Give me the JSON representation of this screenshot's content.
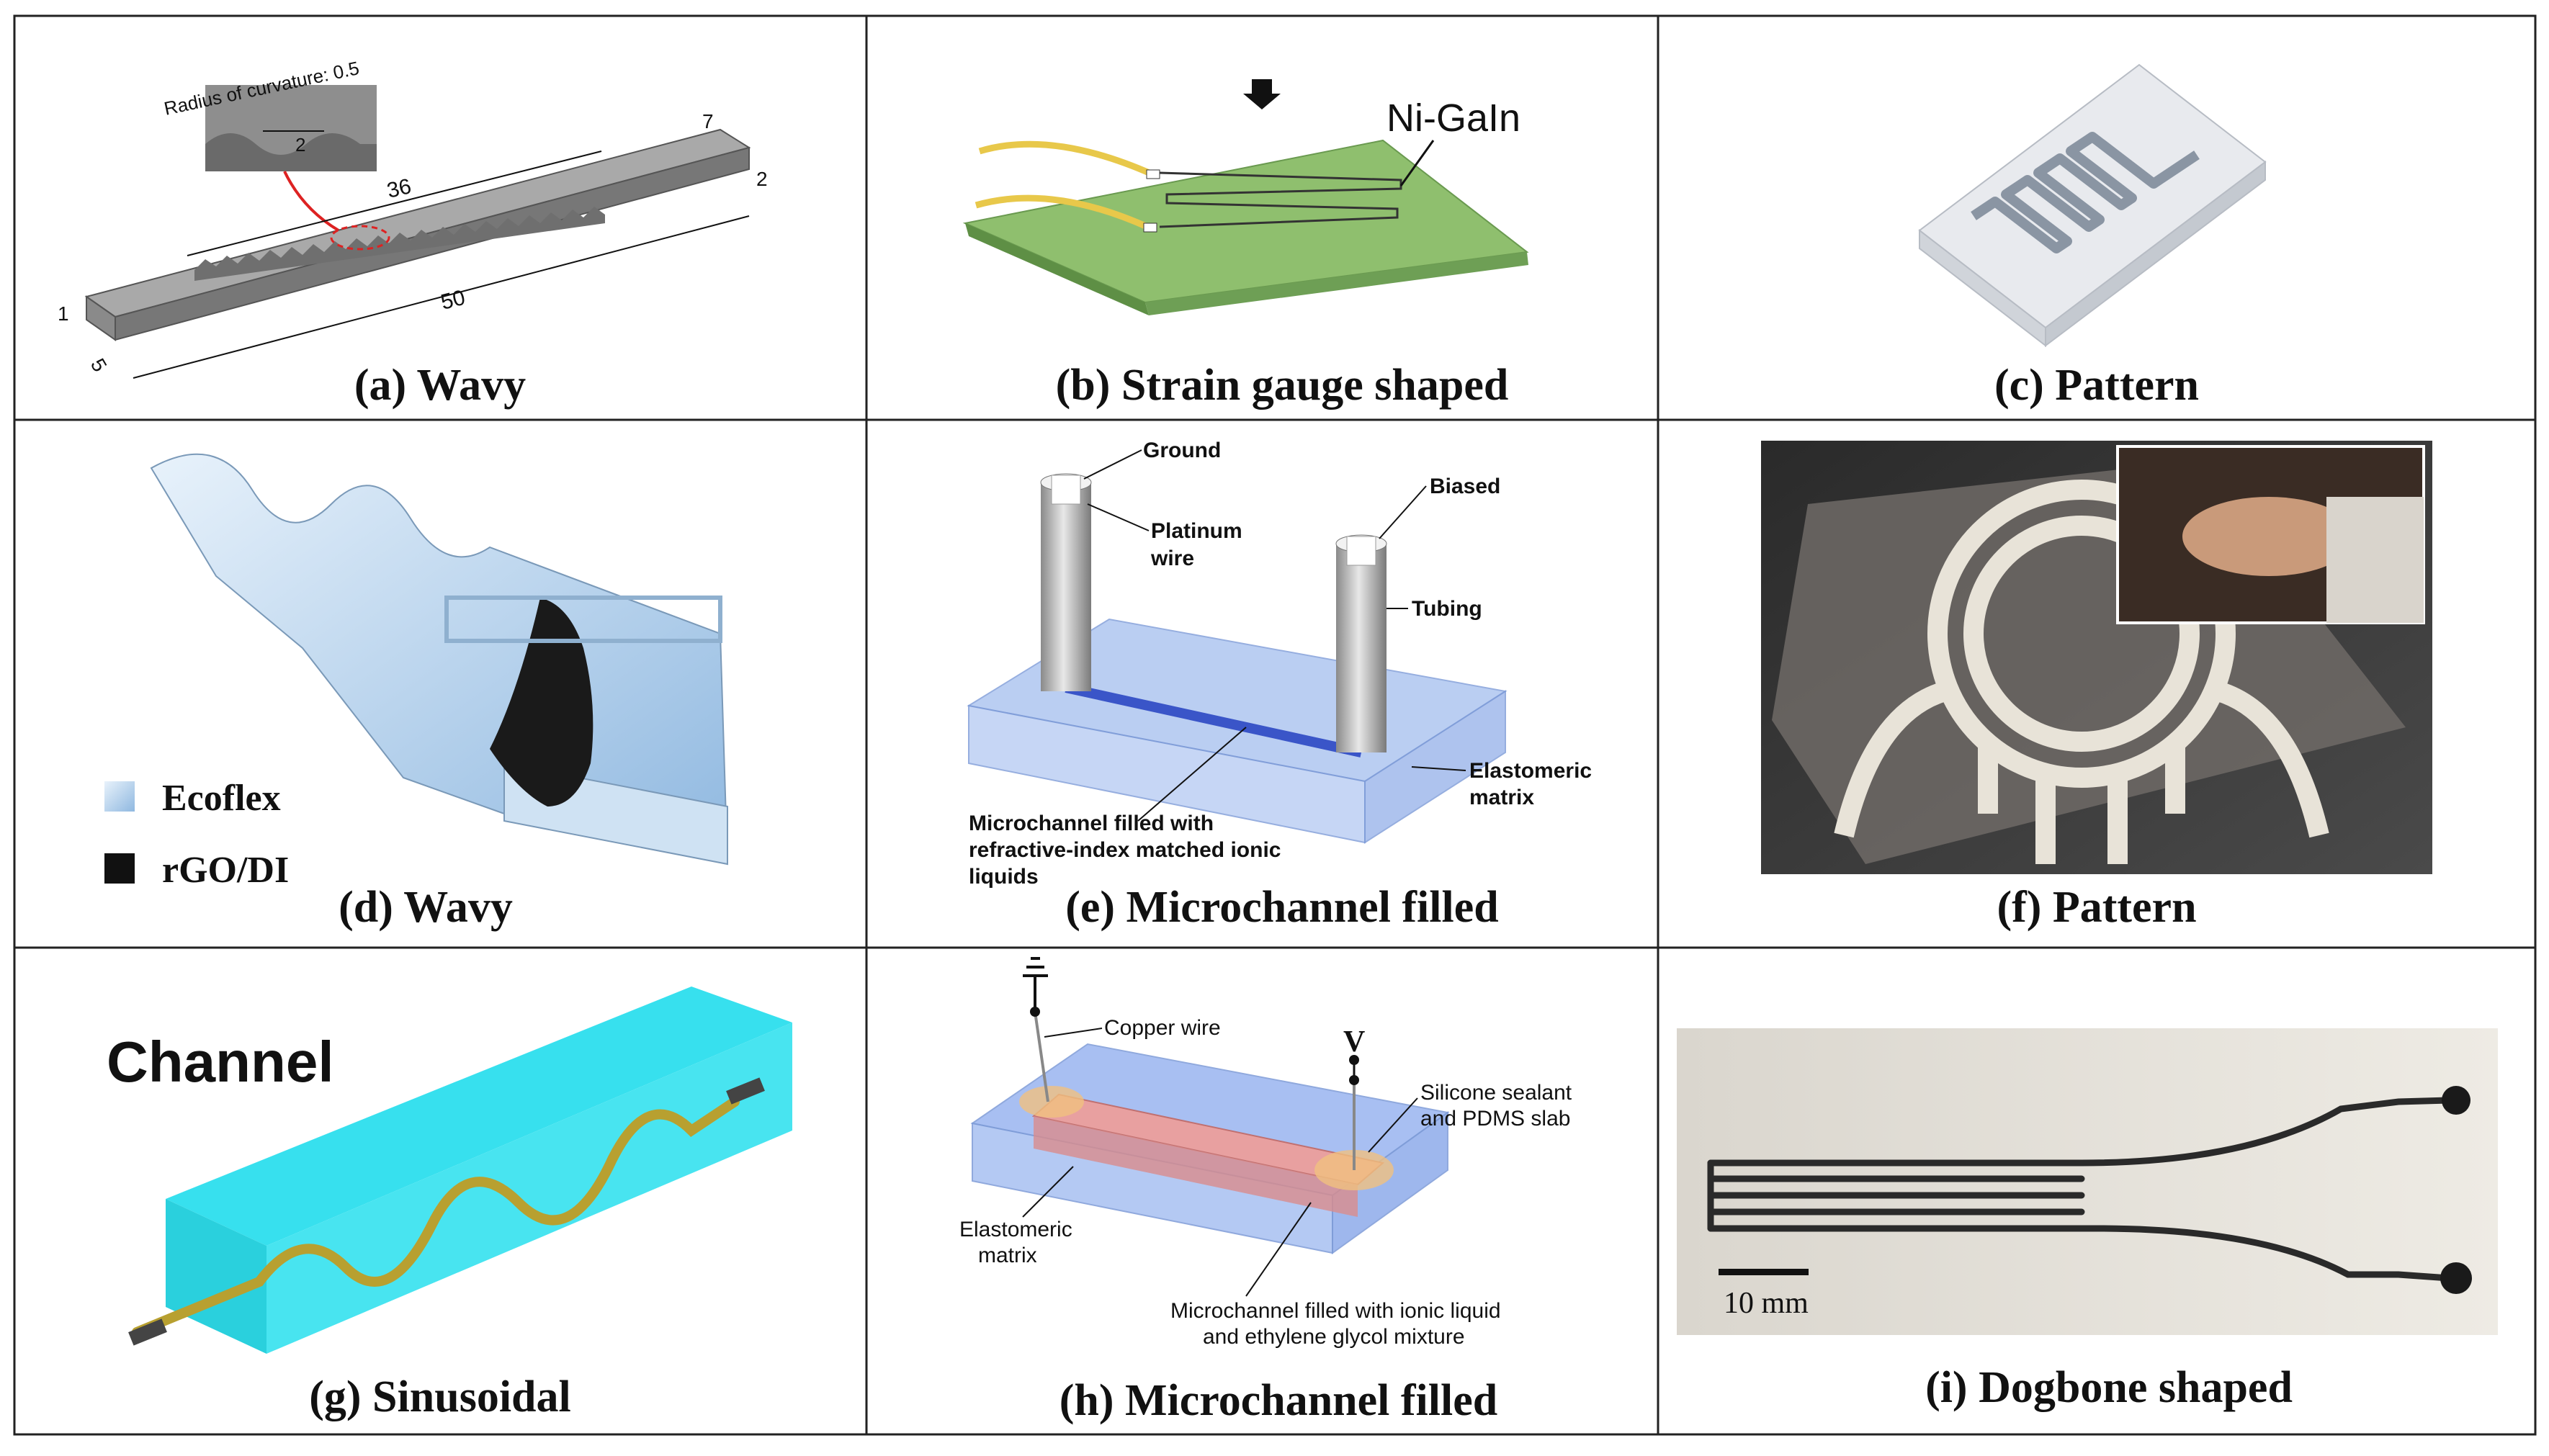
{
  "panels": {
    "a": {
      "caption": "(a) Wavy",
      "radius_label": "Radius of curvature: 0.5",
      "dim_2_inset": "2",
      "dim_36": "36",
      "dim_50": "50",
      "dim_7": "7",
      "dim_2_right": "2",
      "dim_1": "1",
      "dim_5": "5"
    },
    "b": {
      "caption": "(b) Strain gauge shaped",
      "label_nigain": "Ni-GaIn"
    },
    "c": {
      "caption": "(c) Pattern"
    },
    "d": {
      "caption": "(d) Wavy",
      "legend_ecoflex": "Ecoflex",
      "legend_rgo": "rGO/DI"
    },
    "e": {
      "caption": "(e) Microchannel filled",
      "ground": "Ground",
      "platinum_1": "Platinum",
      "platinum_2": "wire",
      "biased": "Biased",
      "tubing": "Tubing",
      "elastomeric_1": "Elastomeric",
      "elastomeric_2": "matrix",
      "micro_1": "Microchannel filled with",
      "micro_2": "refractive-index matched ionic",
      "micro_3": "liquids"
    },
    "f": {
      "caption": "(f) Pattern"
    },
    "g": {
      "caption": "(g) Sinusoidal",
      "channel": "Channel"
    },
    "h": {
      "caption": "(h) Microchannel filled",
      "copper": "Copper wire",
      "v": "V",
      "sil_1": "Silicone sealant",
      "sil_2": "and PDMS slab",
      "elast_1": "Elastomeric",
      "elast_2": "matrix",
      "micro_1": "Microchannel filled with ionic liquid",
      "micro_2": "and ethylene glycol mixture"
    },
    "i": {
      "caption": "(i) Dogbone shaped",
      "scale": "10 mm"
    }
  },
  "colors": {
    "border": "#222222",
    "green_sheet": "#8fbf6e",
    "wire_yellow": "#e8c84a",
    "cyan_slab": "#37e0ee",
    "blue_slab": "#9ab8f0",
    "pink_channel": "#e8a0a0",
    "ecoflex": "#b9d4ee"
  }
}
